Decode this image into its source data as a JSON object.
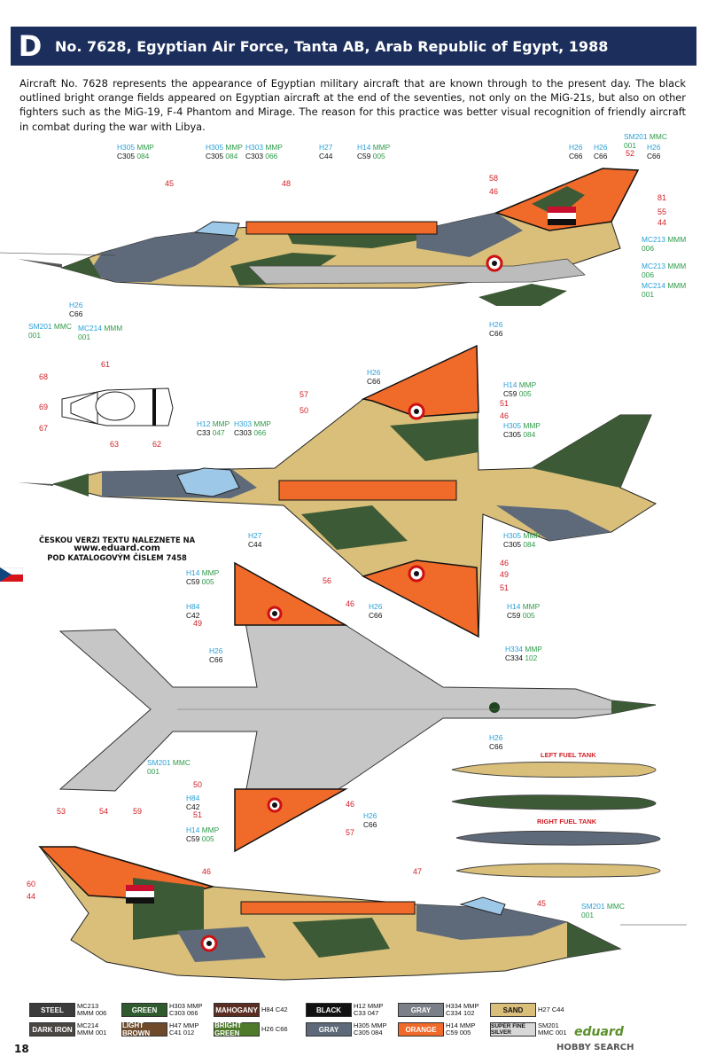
{
  "header": {
    "letter": "D",
    "title": "No. 7628, Egyptian Air Force, Tanta AB, Arab Republic of Egypt, 1988"
  },
  "intro": "Aircraft No. 7628 represents the appearance of Egyptian military aircraft that are known through to the present day. The black outlined bright orange fields appeared on Egyptian aircraft at the end of the seventies, not only on the MiG-21s, but also on other fighters such as the MiG-19, F-4 Phantom and Mirage. The reason for this practice was better visual recognition of friendly aircraft in combat during the war with Libya.",
  "colors": {
    "orange": "#f06a2a",
    "sand": "#d9bf7a",
    "green": "#3d5a36",
    "gray": "#5e6a7a",
    "silver": "#bcbcbc",
    "header": "#1c2f5c"
  },
  "callouts": [
    {
      "h": "H305",
      "hm": "MMP",
      "c": "C305",
      "cm": "084"
    },
    {
      "h": "H305",
      "hm": "MMP",
      "c": "C305",
      "cm": "084"
    },
    {
      "h": "H303",
      "hm": "MMP",
      "c": "C303",
      "cm": "066"
    },
    {
      "h": "H27",
      "hm": "",
      "c": "C44",
      "cm": ""
    },
    {
      "h": "H14",
      "hm": "MMP",
      "c": "C59",
      "cm": "005"
    },
    {
      "h": "H26",
      "hm": "",
      "c": "C66",
      "cm": ""
    },
    {
      "h": "H26",
      "hm": "",
      "c": "C66",
      "cm": ""
    },
    {
      "h": "SM201",
      "hm": "MMC",
      "c": "",
      "cm": "001"
    },
    {
      "h": "H26",
      "hm": "",
      "c": "C66",
      "cm": ""
    },
    {
      "h": "MC213",
      "hm": "MMM",
      "c": "",
      "cm": "006"
    },
    {
      "h": "MC213",
      "hm": "MMM",
      "c": "",
      "cm": "006"
    },
    {
      "h": "MC214",
      "hm": "MMM",
      "c": "",
      "cm": "001"
    },
    {
      "h": "H26",
      "hm": "",
      "c": "C66",
      "cm": ""
    },
    {
      "h": "SM201",
      "hm": "MMC",
      "c": "",
      "cm": "001"
    },
    {
      "h": "MC214",
      "hm": "MMM",
      "c": "",
      "cm": "001"
    },
    {
      "h": "H26",
      "hm": "",
      "c": "C66",
      "cm": ""
    },
    {
      "h": "H26",
      "hm": "",
      "c": "C66",
      "cm": ""
    },
    {
      "h": "H14",
      "hm": "MMP",
      "c": "C59",
      "cm": "005"
    },
    {
      "h": "H12",
      "hm": "MMP",
      "c": "C33",
      "cm": "047"
    },
    {
      "h": "H303",
      "hm": "MMP",
      "c": "C303",
      "cm": "066"
    },
    {
      "h": "H305",
      "hm": "MMP",
      "c": "C305",
      "cm": "084"
    },
    {
      "h": "H27",
      "hm": "",
      "c": "C44",
      "cm": ""
    },
    {
      "h": "H305",
      "hm": "MMP",
      "c": "C305",
      "cm": "084"
    },
    {
      "h": "H14",
      "hm": "MMP",
      "c": "C59",
      "cm": "005"
    },
    {
      "h": "H84",
      "hm": "",
      "c": "C42",
      "cm": ""
    },
    {
      "h": "H26",
      "hm": "",
      "c": "C66",
      "cm": ""
    },
    {
      "h": "H14",
      "hm": "MMP",
      "c": "C59",
      "cm": "005"
    },
    {
      "h": "H26",
      "hm": "",
      "c": "C66",
      "cm": ""
    },
    {
      "h": "H334",
      "hm": "MMP",
      "c": "C334",
      "cm": "102"
    },
    {
      "h": "H26",
      "hm": "",
      "c": "C66",
      "cm": ""
    },
    {
      "h": "SM201",
      "hm": "MMC",
      "c": "",
      "cm": "001"
    },
    {
      "h": "H84",
      "hm": "",
      "c": "C42",
      "cm": ""
    },
    {
      "h": "H14",
      "hm": "MMP",
      "c": "C59",
      "cm": "005"
    },
    {
      "h": "H26",
      "hm": "",
      "c": "C66",
      "cm": ""
    },
    {
      "h": "SM201",
      "hm": "MMC",
      "c": "",
      "cm": "001"
    }
  ],
  "numbers": [
    "45",
    "48",
    "58",
    "46",
    "52",
    "81",
    "55",
    "44",
    "68",
    "61",
    "69",
    "67",
    "63",
    "62",
    "57",
    "50",
    "51",
    "46",
    "46",
    "49",
    "51",
    "56",
    "46",
    "49",
    "50",
    "51",
    "46",
    "57",
    "53",
    "54",
    "59",
    "46",
    "47",
    "60",
    "44",
    "45"
  ],
  "czech": {
    "line1": "ČESKOU VERZI TEXTU NALEZNETE NA",
    "url": "www.eduard.com",
    "line2": "POD KATALOGOVÝM ČÍSLEM 7458"
  },
  "tanks": {
    "left": "LEFT FUEL TANK",
    "right": "RIGHT FUEL TANK"
  },
  "legend": {
    "row1": [
      {
        "name": "STEEL",
        "color": "#3b3b3b",
        "codes": "MC213 MMM 006"
      },
      {
        "name": "GREEN",
        "color": "#2f5a2e",
        "codes": "H303 MMP C303 066"
      },
      {
        "name": "MAHOGANY",
        "color": "#5a2d22",
        "codes": "H84 C42"
      },
      {
        "name": "BLACK",
        "color": "#111111",
        "codes": "H12 MMP C33 047"
      },
      {
        "name": "GRAY",
        "color": "#7b8088",
        "codes": "H334 MMP C334 102"
      },
      {
        "name": "SAND",
        "color": "#d9bf7a",
        "codes": "H27 C44"
      }
    ],
    "row2": [
      {
        "name": "DARK IRON",
        "color": "#4a4743",
        "codes": "MC214 MMM 001"
      },
      {
        "name": "LIGHT BROWN",
        "color": "#6e4a2a",
        "codes": "H47 MMP C41 012"
      },
      {
        "name": "BRIGHT GREEN",
        "color": "#4e7a2a",
        "codes": "H26 C66"
      },
      {
        "name": "GRAY",
        "color": "#5e6a7a",
        "codes": "H305 MMP C305 084"
      },
      {
        "name": "ORANGE",
        "color": "#f06a2a",
        "codes": "H14 MMP C59 005"
      },
      {
        "name": "SUPER FINE SILVER",
        "color": "#d8d8d8",
        "codes": "SM201 MMC 001"
      }
    ]
  },
  "footer": {
    "page": "18",
    "brand": "eduard",
    "watermark": "HOBBY SEARCH"
  }
}
